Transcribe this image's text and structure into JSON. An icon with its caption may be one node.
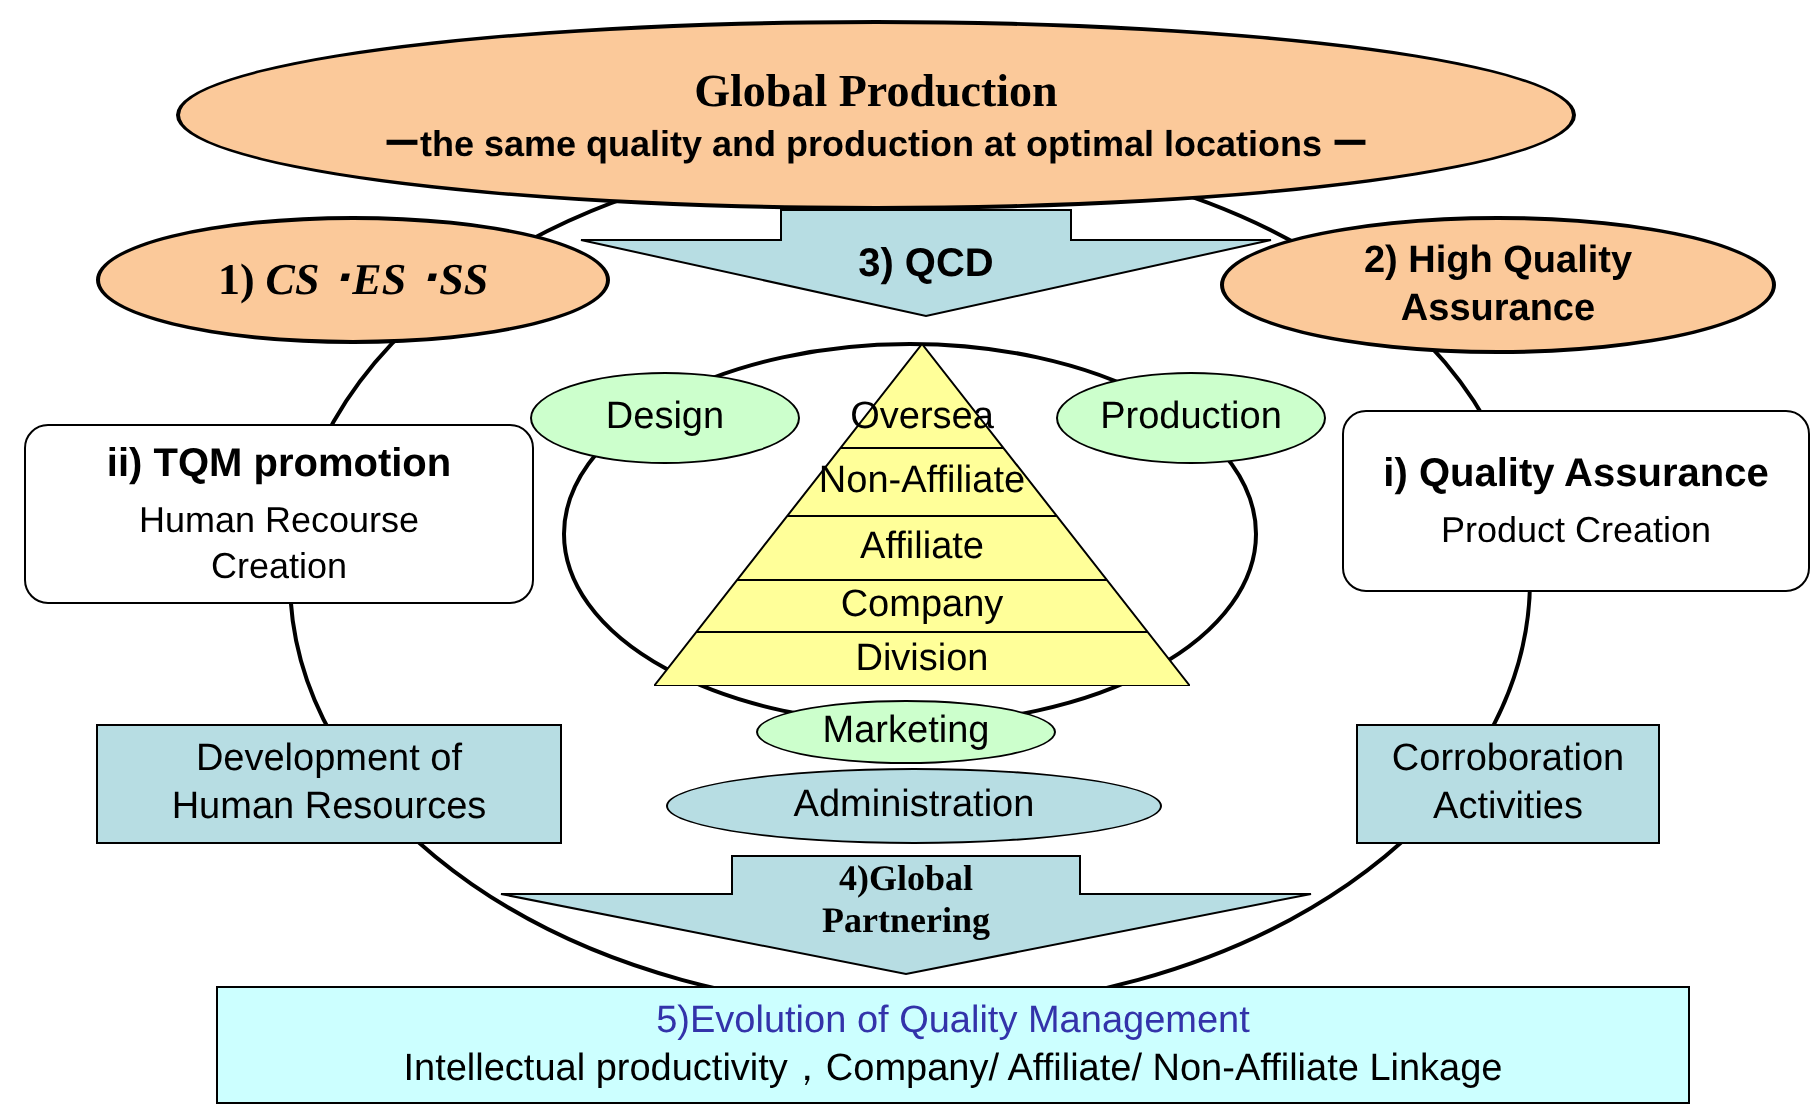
{
  "diagram": {
    "nodes": [
      {
        "text": [
          "Global Production",
          "ーthe same quality and production at optimal locations ー"
        ]
      },
      {
        "text": [
          "1) *CS ･ES ･SS*"
        ]
      },
      {
        "text": [
          "2) High Quality Assurance"
        ]
      },
      {
        "text": [
          "Design"
        ]
      },
      {
        "text": [
          "Oversea",
          "Non-Affiliate",
          "Affiliate",
          "Company",
          "Division"
        ]
      },
      {
        "text": [
          "Production"
        ]
      },
      {
        "text": [
          "ii) TQM promotion",
          "Human Recourse Creation"
        ]
      },
      {
        "text": [
          "i) Quality Assurance",
          "Product Creation"
        ]
      },
      {
        "text": [
          "Marketing"
        ]
      },
      {
        "text": [
          "Administration"
        ]
      },
      {
        "text": [
          "Development of Human Resources"
        ]
      },
      {
        "text": [
          "Corroboration Activities"
        ]
      },
      {
        "text": [
          "5)Evolution of Quality Management",
          "Intellectual productivity，Company/ Affiliate/ Non-Affiliate Linkage"
        ]
      }
    ],
    "edges": [
      {
        "from": 0,
        "to": 4,
        "arrow": "to",
        "label": "3) QCD",
        "style": "thick"
      },
      {
        "from": 9,
        "to": 12,
        "arrow": "to",
        "label": "4)Global Partnering",
        "style": "thick"
      }
    ]
  }
}
